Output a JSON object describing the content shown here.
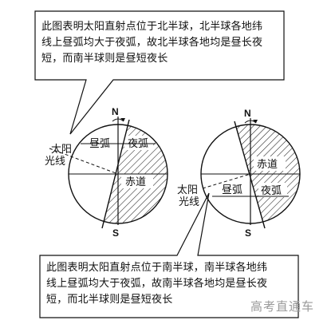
{
  "top_note": {
    "lines": [
      "此图表明太阳直射点位于北半球，北半球各地纬",
      "线上昼弧均大于夜弧，故北半球各地均是昼长夜",
      "短，而南半球则是昼短夜长"
    ]
  },
  "bottom_note": {
    "lines": [
      "此图表明太阳直射点位于南半球，南半球各地纬",
      "线上昼弧均大于夜弧，故南半球各地均是昼长夜",
      "短，而北半球则是昼短夜长"
    ]
  },
  "left_globe": {
    "north": "N",
    "south": "S",
    "day_arc": "昼弧",
    "night_arc": "夜弧",
    "equator": "赤道",
    "sunlight_1": "太阳",
    "sunlight_2": "光线"
  },
  "right_globe": {
    "north": "N",
    "south": "S",
    "day_arc": "昼弧",
    "night_arc": "夜弧",
    "equator": "赤道",
    "sunlight_1": "太阳",
    "sunlight_2": "光线"
  },
  "watermark": "高考直通车",
  "colors": {
    "line": "#111111",
    "hatch": "#222222",
    "watermark": "#9a9a9a"
  }
}
